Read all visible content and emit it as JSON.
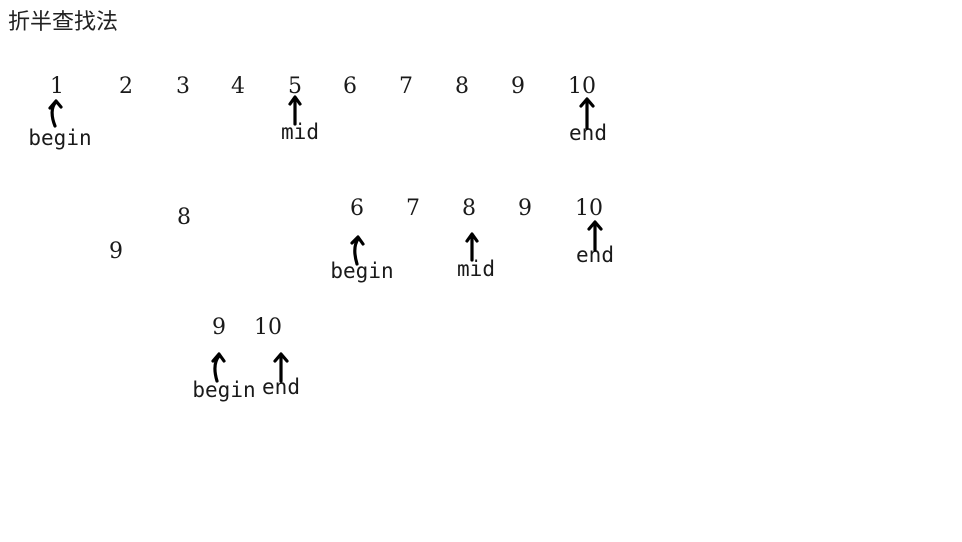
{
  "title": "折半查找法",
  "rows": [
    {
      "numbers": [
        "1",
        "2",
        "3",
        "4",
        "5",
        "6",
        "7",
        "8",
        "9",
        "10"
      ],
      "pointers": [
        "begin",
        "mid",
        "end"
      ]
    },
    {
      "numbers": [
        "6",
        "7",
        "8",
        "9",
        "10"
      ],
      "pointers": [
        "begin",
        "mid",
        "end"
      ]
    },
    {
      "numbers": [
        "9",
        "10"
      ],
      "pointers": [
        "begin",
        "end"
      ]
    }
  ],
  "labels": [
    "8",
    "9"
  ]
}
